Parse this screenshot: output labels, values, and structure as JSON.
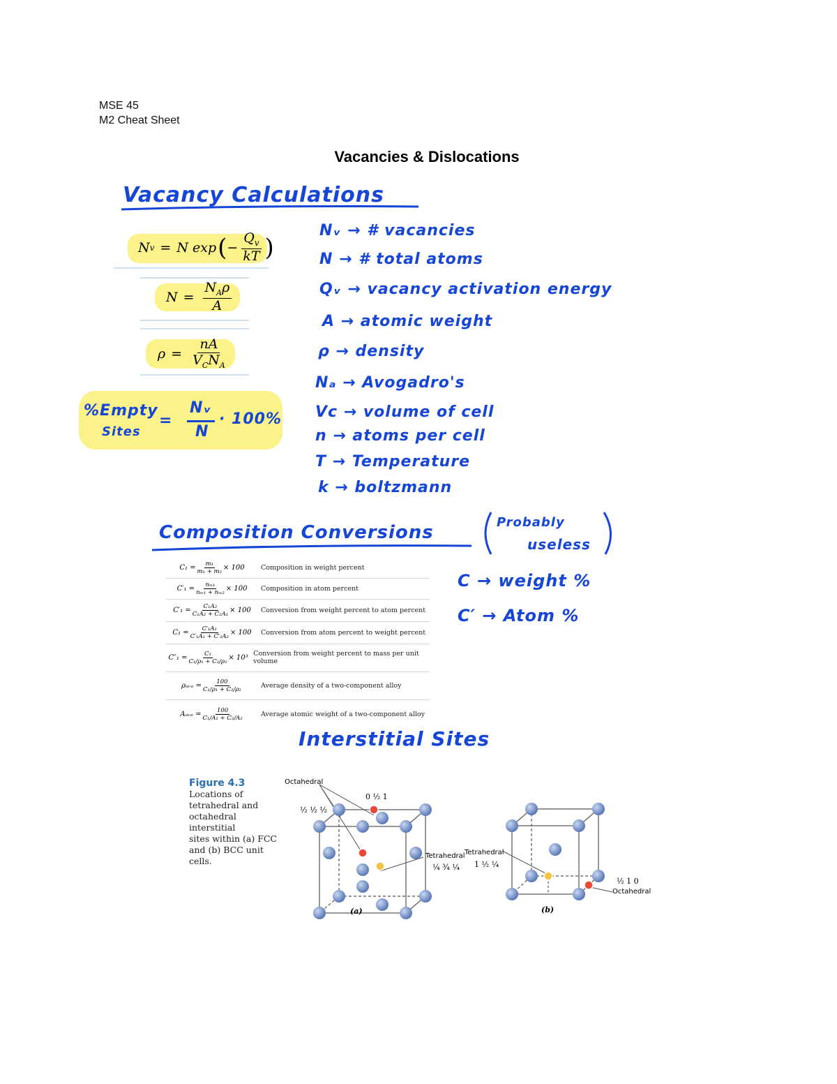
{
  "header": {
    "course": "MSE 45",
    "sheet": "M2 Cheat Sheet"
  },
  "page_title": "Vacancies & Dislocations",
  "vacancy": {
    "heading": "Vacancy Calculations",
    "eq1": {
      "lhs": "N",
      "lhs_sub": "v",
      "rhs_pre": "N exp",
      "num": "Q",
      "num_sub": "v",
      "den": "kT"
    },
    "eq2": {
      "lhs": "N",
      "num": "N",
      "num_sub": "A",
      "num_post": "ρ",
      "den": "A"
    },
    "eq3": {
      "lhs": "ρ",
      "num": "nA",
      "den": "V",
      "den_sub": "C",
      "den_post": "N",
      "den_sub2": "A"
    },
    "empty_sites": {
      "label_top": "%Empty",
      "label_bottom": "Sites",
      "eq": "=",
      "num": "Nᵥ",
      "den": "N",
      "suffix": "· 100%"
    },
    "definitions": [
      "Nᵥ → # vacancies",
      "N → # total atoms",
      "Qᵥ → vacancy  activation energy",
      "A → atomic weight",
      "ρ → density",
      "Nₐ → Avogadro's",
      "Vc → volume  of  cell",
      "n → atoms  per  cell",
      "T → Temperature",
      "k → boltzmann"
    ]
  },
  "composition": {
    "heading": "Composition Conversions",
    "note_top": "Probably",
    "note_bottom": "useless",
    "legend": [
      "C → weight %",
      "C′ → Atom %"
    ],
    "rows": [
      {
        "lhs": "C₁ =",
        "num": "m₁",
        "den": "m₁ + m₂",
        "tail": "× 100",
        "desc": "Composition in weight percent"
      },
      {
        "lhs": "C′₁ =",
        "num": "nₘ₁",
        "den": "nₘ₁ + nₘ₂",
        "tail": "× 100",
        "desc": "Composition in atom percent"
      },
      {
        "lhs": "C′₁ =",
        "num": "C₁A₂",
        "den": "C₁A₂ + C₂A₁",
        "tail": "× 100",
        "desc": "Conversion from weight percent to atom percent"
      },
      {
        "lhs": "C₁ =",
        "num": "C′₁A₁",
        "den": "C′₁A₁ + C′₂A₂",
        "tail": "× 100",
        "desc": "Conversion from atom percent to weight percent"
      },
      {
        "lhs": "C″₁ =",
        "num": "C₁",
        "den": "C₁/ρ₁ + C₂/ρ₂",
        "tail": "× 10³",
        "desc": "Conversion from weight percent to mass per unit volume"
      },
      {
        "lhs": "ρₐᵥₑ =",
        "num": "100",
        "den": "C₁/ρ₁ + C₂/ρ₂",
        "tail": "",
        "desc": "Average density of a two-component alloy"
      },
      {
        "lhs": "Aₐᵥₑ =",
        "num": "100",
        "den": "C₁/A₁ + C₂/A₂",
        "tail": "",
        "desc": "Average atomic weight of a two-component alloy"
      }
    ]
  },
  "interstitial": {
    "heading": "Interstitial Sites",
    "figure_title": "Figure 4.3",
    "caption_lines": [
      "Locations of",
      "tetrahedral and",
      "octahedral interstitial",
      "sites within (a) FCC",
      "and (b) BCC unit",
      "cells."
    ],
    "fcc": {
      "label": "(a)",
      "octahedral": "Octahedral",
      "oct_coord": "0 ½ 1",
      "center_coord": "½ ½ ½",
      "tetrahedral": "Tetrahedral",
      "tet_coord": "¼ ¾ ¼"
    },
    "bcc": {
      "label": "(b)",
      "tetrahedral": "Tetrahedral",
      "tet_coord": "1 ½ ¼",
      "oct_coord": "½ 1 0",
      "octahedral": "Octahedral"
    },
    "colors": {
      "atom": "#6f8fc7",
      "octahedral_site": "#e8473a",
      "tetrahedral_site": "#f6c445"
    }
  }
}
